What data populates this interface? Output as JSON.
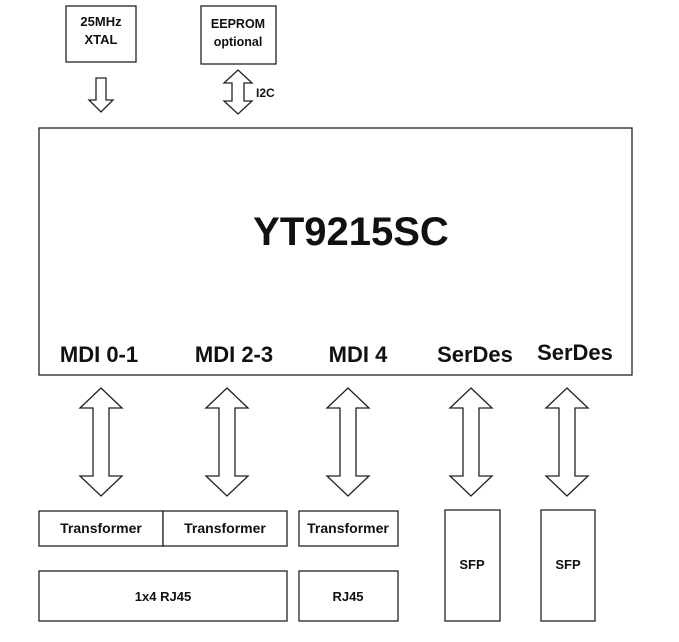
{
  "chip": {
    "name": "YT9215SC"
  },
  "inputs": {
    "xtal_line1": "25MHz",
    "xtal_line2": "XTAL",
    "eeprom_line1": "EEPROM",
    "eeprom_line2": "optional",
    "i2c_label": "I2C"
  },
  "ports": [
    {
      "label": "MDI 0-1"
    },
    {
      "label": "MDI 2-3"
    },
    {
      "label": "MDI 4"
    },
    {
      "label": "SerDes"
    },
    {
      "label": "SerDes"
    }
  ],
  "bottom": {
    "transformer_1": "Transformer",
    "transformer_2": "Transformer",
    "transformer_3": "Transformer",
    "rj45_quad": "1x4 RJ45",
    "rj45_single": "RJ45",
    "sfp_1": "SFP",
    "sfp_2": "SFP"
  }
}
